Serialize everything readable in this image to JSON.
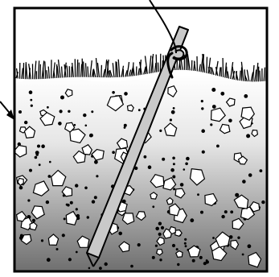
{
  "diagram": {
    "subject": "stake-in-soil",
    "colors": {
      "background": "#ffffff",
      "frame": "#000000",
      "soil_top": "#ffffff",
      "soil_bottom": "#6f6f6f",
      "stake_fill": "#c9c9c9",
      "stake_outline": "#000000",
      "grass": "#000000",
      "pebble_fill": "#ffffff",
      "dot_fill": "#000000"
    },
    "icons": {
      "stake": "wooden-stake",
      "rope": "guy-line",
      "hook": "rope-hook",
      "pointer": "arrow-pointer",
      "grass": "grass-tufts",
      "soil": "soil-layer"
    }
  }
}
